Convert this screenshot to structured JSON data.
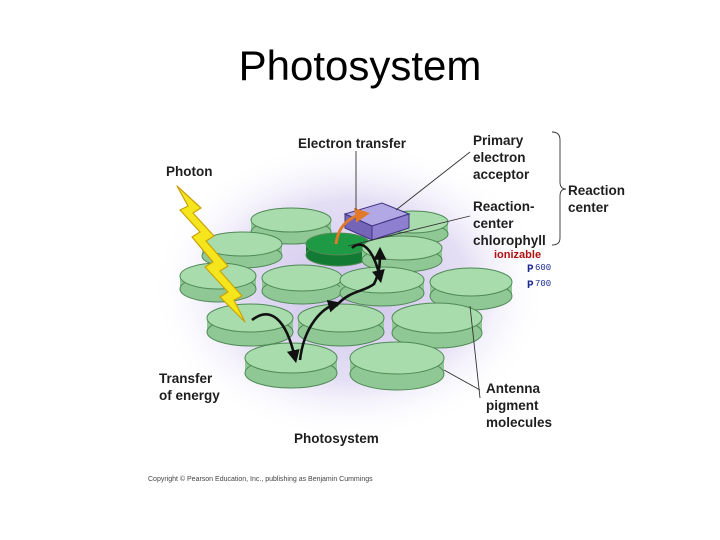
{
  "title": "Photosystem",
  "diagram": {
    "labels": {
      "electron_transfer": "Electron transfer",
      "photon": "Photon",
      "primary_acceptor": [
        "Primary",
        "electron",
        "acceptor"
      ],
      "reaction_center": [
        "Reaction",
        "center"
      ],
      "rc_chlorophyll": [
        "Reaction-",
        "center",
        "chlorophyll"
      ],
      "ionizable": "ionizable",
      "p600_letter": "P",
      "p600_num": "600",
      "p700_letter": "P",
      "p700_num": "700",
      "transfer_energy": [
        "Transfer",
        "of energy"
      ],
      "antenna": [
        "Antenna",
        "pigment",
        "molecules"
      ],
      "photosystem_caption": "Photosystem"
    },
    "copyright": "Copyright © Pearson Education, Inc., publishing as Benjamin Cummings",
    "colors": {
      "disk_fill": "#a8dcac",
      "disk_edge": "#4f8a55",
      "center_disk": "#1f9a44",
      "acceptor": "#8f7fd0",
      "glow": "#cdc3e8",
      "photon": "#f4e51c",
      "arrow_orange": "#e07a2a"
    }
  }
}
